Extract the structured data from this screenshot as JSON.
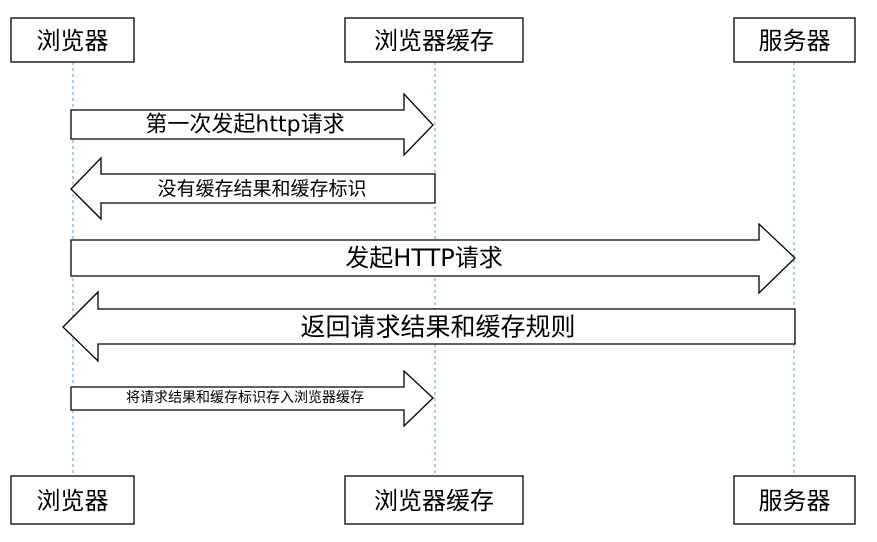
{
  "participants": {
    "browser": "浏览器",
    "cache": "浏览器缓存",
    "server": "服务器"
  },
  "messages": [
    {
      "label": "第一次发起http请求",
      "from": "browser",
      "to": "cache",
      "direction": "right"
    },
    {
      "label": "没有缓存结果和缓存标识",
      "from": "cache",
      "to": "browser",
      "direction": "left"
    },
    {
      "label": "发起HTTP请求",
      "from": "browser",
      "to": "server",
      "direction": "right"
    },
    {
      "label": "返回请求结果和缓存规则",
      "from": "server",
      "to": "browser",
      "direction": "left"
    },
    {
      "label": "将请求结果和缓存标识存入浏览器缓存",
      "from": "browser",
      "to": "cache",
      "direction": "right"
    }
  ],
  "colors": {
    "lifeline": "#5b9bd5",
    "stroke": "#000000",
    "fill": "#ffffff"
  }
}
